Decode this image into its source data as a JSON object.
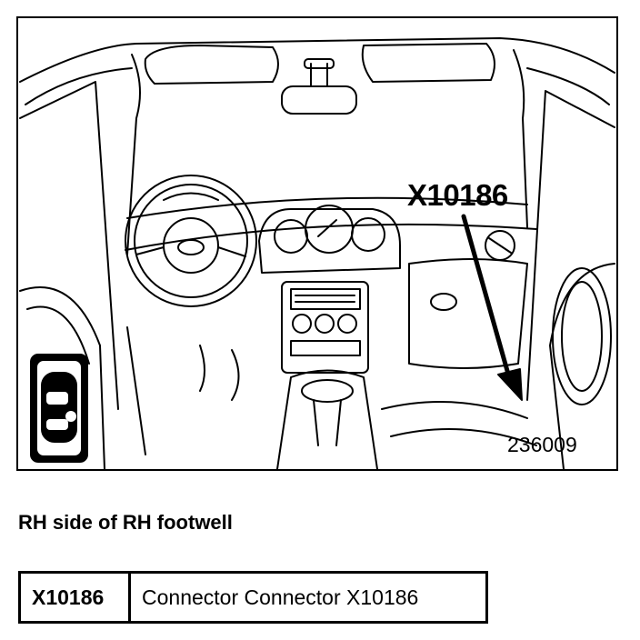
{
  "figure": {
    "callout_label": "X10186",
    "figure_number": "236009"
  },
  "caption": "RH side of RH footwell",
  "legend": {
    "rows": [
      {
        "code": "X10186",
        "description": "Connector Connector X10186"
      }
    ]
  }
}
